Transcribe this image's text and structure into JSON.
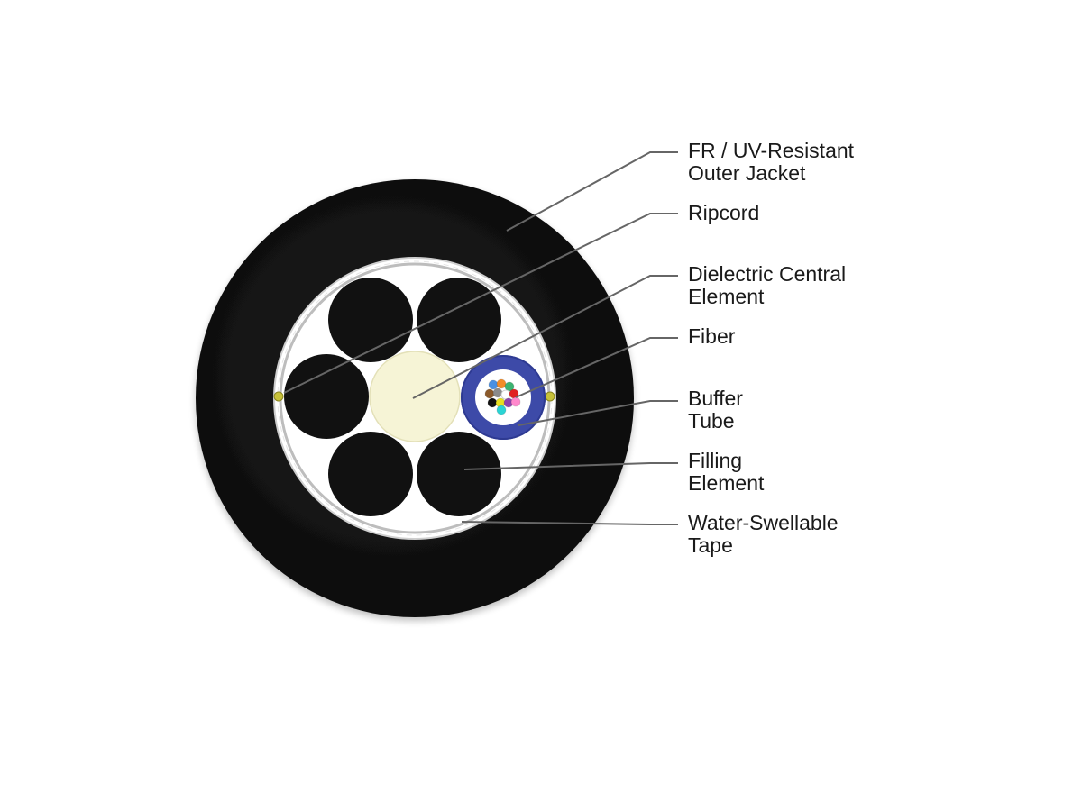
{
  "diagram": {
    "colors": {
      "jacket": "#111111",
      "tape": "#ffffff",
      "filling_element": "#111111",
      "central_element": "#f6f4d6",
      "buffer_tube": "#3d4aa8",
      "ripcord": "#c8c23a",
      "leader_line": "#666666"
    },
    "fiber_colors": [
      "#4a90e2",
      "#f28c28",
      "#3cb371",
      "#8b5a2b",
      "#8a8a8a",
      "#ffffff",
      "#e02020",
      "#111111",
      "#e8e020",
      "#8e44ad",
      "#ff88cc",
      "#2ad4d4"
    ],
    "labels": [
      {
        "id": "jacket",
        "lines": [
          "FR / UV-Resistant",
          "Outer Jacket"
        ]
      },
      {
        "id": "ripcord",
        "lines": [
          "Ripcord"
        ]
      },
      {
        "id": "central",
        "lines": [
          "Dielectric Central",
          "Element"
        ]
      },
      {
        "id": "fiber",
        "lines": [
          "Fiber"
        ]
      },
      {
        "id": "buffer",
        "lines": [
          "Buffer",
          "Tube"
        ]
      },
      {
        "id": "filling",
        "lines": [
          "Filling",
          "Element"
        ]
      },
      {
        "id": "tape",
        "lines": [
          "Water-Swellable",
          "Tape"
        ]
      }
    ]
  }
}
